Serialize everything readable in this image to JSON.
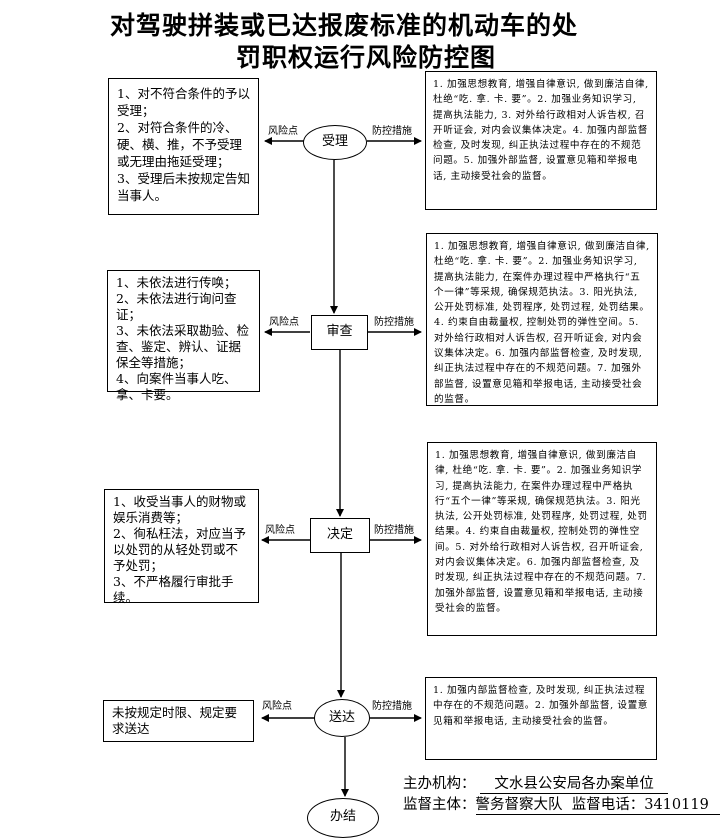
{
  "title": {
    "line1": "对驾驶拼装或已达报废标准的机动车的处",
    "line2": "罚职权运行风险防控图"
  },
  "labels": {
    "risk": "风险点",
    "control": "防控措施"
  },
  "stages": [
    {
      "name": "受理",
      "risks": [
        "1、对不符合条件的予以受理；",
        "2、对符合条件的冷、硬、横、推，不予受理或无理由拖延受理；",
        "3、受理后未按规定告知当事人。"
      ],
      "measures": [
        "1. 加强思想教育, 增强自律意识, 做到廉洁自律, 杜绝“吃. 拿. 卡. 要”。2. 加强业务知识学习, 提高执法能力, 3. 对外给行政相对人诉告权, 召开听证会, 对内会议集体决定。4. 加强内部监督检查, 及时发现, 纠正执法过程中存在的不规范问题。5. 加强外部监督, 设置意见箱和举报电话, 主动接受社会的监督。"
      ]
    },
    {
      "name": "审查",
      "risks": [
        "1、未依法进行传唤；",
        "2、未依法进行询问查证；",
        "3、未依法采取勘验、检查、鉴定、辨认、证据保全等措施；",
        "4、向案件当事人吃、拿、卡要。"
      ],
      "measures": [
        "1. 加强思想教育, 增强自律意识, 做到廉洁自律, 杜绝“吃. 拿. 卡. 要”。2. 加强业务知识学习, 提高执法能力, 在案件办理过程中严格执行“五个一律”等采规, 确保规范执法。3. 阳光执法, 公开处罚标准, 处罚程序, 处罚过程, 处罚结果。4. 约束自由裁量权, 控制处罚的弹性空间。5. 对外给行政相对人诉告权, 召开听证会, 对内会议集体决定。6. 加强内部监督检查, 及时发现, 纠正执法过程中存在的不规范问题。7. 加强外部监督, 设置意见箱和举报电话, 主动接受社会的监督。"
      ]
    },
    {
      "name": "决定",
      "risks": [
        "1、收受当事人的财物或娱乐消费等；",
        "2、徇私枉法，对应当予以处罚的从轻处罚或不予处罚；",
        "3、不严格履行审批手续。"
      ],
      "measures": [
        "1. 加强思想教育, 增强自律意识, 做到廉洁自律, 杜绝“吃. 拿. 卡. 要”。2. 加强业务知识学习, 提高执法能力, 在案件办理过程中严格执行“五个一律”等采规, 确保规范执法。3. 阳光执法, 公开处罚标准, 处罚程序, 处罚过程, 处罚结果。4. 约束自由裁量权, 控制处罚的弹性空间。5. 对外给行政相对人诉告权, 召开听证会, 对内会议集体决定。6. 加强内部监督检查, 及时发现, 纠正执法过程中存在的不规范问题。7. 加强外部监督, 设置意见箱和举报电话, 主动接受社会的监督。"
      ]
    },
    {
      "name": "送达",
      "risks": [
        "未按规定时限、规定要求送达"
      ],
      "measures": [
        "1. 加强内部监督检查, 及时发现, 纠正执法过程中存在的不规范问题。2. 加强外部监督, 设置意见箱和举报电话, 主动接受社会的监督。"
      ]
    },
    {
      "name": "办结"
    }
  ],
  "footer": {
    "organizer_label": "主办机构：",
    "organizer": "文水县公安局各办案单位",
    "supervisor_label": "监督主体：",
    "supervisor": "警务督察大队",
    "phone_label": "监督电话：",
    "phone": "3410119"
  }
}
